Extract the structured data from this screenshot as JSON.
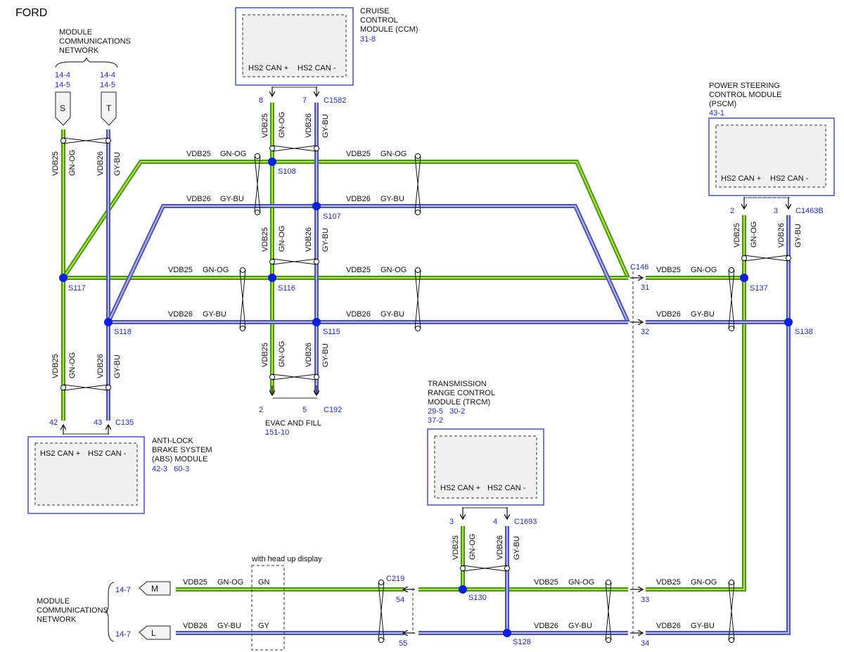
{
  "brand": "FORD",
  "modules": {
    "ccm": {
      "name": [
        "CRUISE",
        "CONTROL",
        "MODULE (CCM)"
      ],
      "ref": "31-8",
      "pin_plus": "HS2 CAN +",
      "pin_minus": "HS2 CAN -",
      "pin_a": "8",
      "pin_b": "7",
      "connector": "C1582"
    },
    "pscm": {
      "name": [
        "POWER STEERING",
        "CONTROL MODULE",
        "(PSCM)"
      ],
      "ref": "43-1",
      "pin_plus": "HS2 CAN +",
      "pin_minus": "HS2 CAN -",
      "pin_a": "2",
      "pin_b": "3",
      "connector": "C1463B"
    },
    "abs": {
      "name": [
        "ANTI-LOCK",
        "BRAKE SYSTEM",
        "(ABS) MODULE"
      ],
      "ref": "42-3   60-3",
      "pin_plus": "HS2 CAN +",
      "pin_minus": "HS2 CAN -",
      "pin_a": "42",
      "pin_b": "43",
      "connector": "C135"
    },
    "trcm": {
      "name": [
        "TRANSMISSION",
        "RANGE CONTROL",
        "MODULE (TRCM)"
      ],
      "ref1": "29-5   30-2",
      "ref2": "37-2",
      "pin_plus": "HS2 CAN +",
      "pin_minus": "HS2 CAN -",
      "pin_a": "3",
      "pin_b": "4",
      "connector": "C1693"
    }
  },
  "network_top": {
    "label": [
      "MODULE",
      "COMMUNICATIONS",
      "NETWORK"
    ],
    "ref_s1": "14-4",
    "ref_s2": "14-5",
    "ref_t1": "14-4",
    "ref_t2": "14-5",
    "conn_s": "S",
    "conn_t": "T"
  },
  "network_bottom": {
    "label": [
      "MODULE",
      "COMMUNICATIONS",
      "NETWORK"
    ],
    "ref_m": "14-7",
    "ref_l": "14-7",
    "conn_m": "M",
    "conn_l": "L"
  },
  "evac": {
    "label": "EVAC AND FILL",
    "ref": "151-10",
    "pin_a": "2",
    "pin_b": "5",
    "connector": "C192"
  },
  "hud": {
    "label": "with head up display",
    "gn": "GN",
    "gy": "GY"
  },
  "wires": {
    "gn_circuit": "VDB25",
    "gn_color": "GN-OG",
    "gy_circuit": "VDB26",
    "gy_color": "GY-BU"
  },
  "splices": [
    "S108",
    "S107",
    "S117",
    "S116",
    "S118",
    "S115",
    "S137",
    "S138",
    "S130",
    "S128"
  ],
  "connectors": {
    "c146": {
      "name": "C146",
      "pin_gn": "31",
      "pin_gy": "32",
      "pin_gn2": "33",
      "pin_gy2": "34"
    },
    "c219": {
      "name": "C219",
      "pin_gn": "54",
      "pin_gy": "55"
    }
  },
  "colors": {
    "green": "#3b9b1e",
    "green_core": "#c8de2a",
    "blue": "#4a52c8",
    "blue_core": "#b7bbc9",
    "splice": "#0a1fe0",
    "ref_text": "#1c2bd6"
  }
}
